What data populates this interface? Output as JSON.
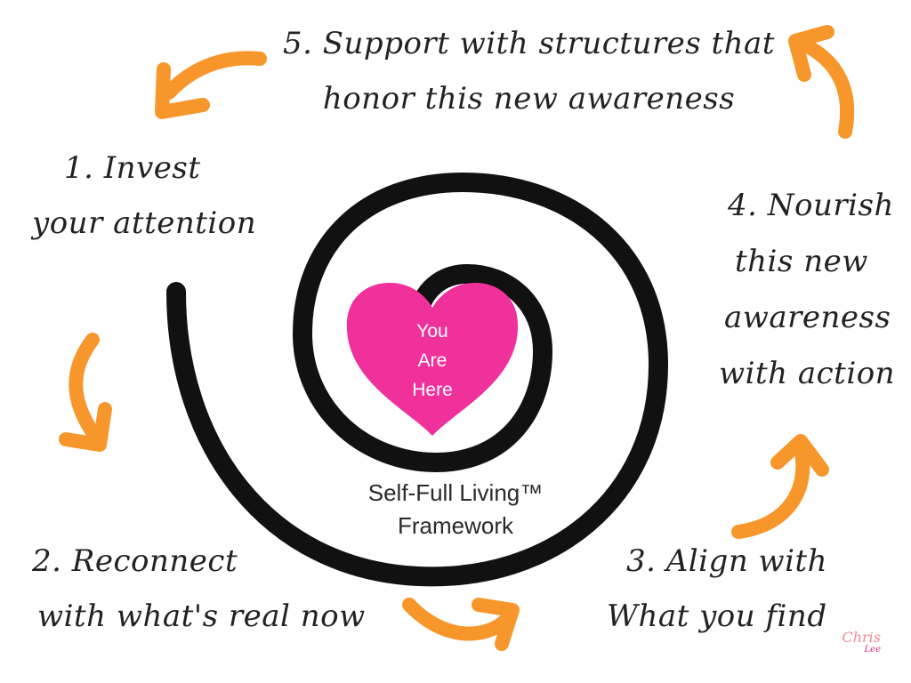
{
  "colors": {
    "spiral": "#111111",
    "heart": "#f0319b",
    "arrow": "#f7962b",
    "text": "#222222",
    "logo_main": "#f08a9a",
    "logo_accent": "#e0287a"
  },
  "heart": {
    "lines": [
      "You",
      "Are",
      "Here"
    ]
  },
  "framework": {
    "lines": [
      "Self-Full Living™",
      "Framework"
    ]
  },
  "steps": [
    {
      "lines": [
        "1. Invest",
        "your attention"
      ]
    },
    {
      "lines": [
        "2. Reconnect",
        "with what's real now"
      ]
    },
    {
      "lines": [
        "3. Align with",
        "What you find"
      ]
    },
    {
      "lines": [
        "4. Nourish",
        "this new",
        "awareness",
        "with action"
      ]
    },
    {
      "lines": [
        "5. Support with structures that",
        "honor this new awareness"
      ]
    }
  ],
  "logo": {
    "line1": "Chris",
    "line2": "Lee"
  }
}
